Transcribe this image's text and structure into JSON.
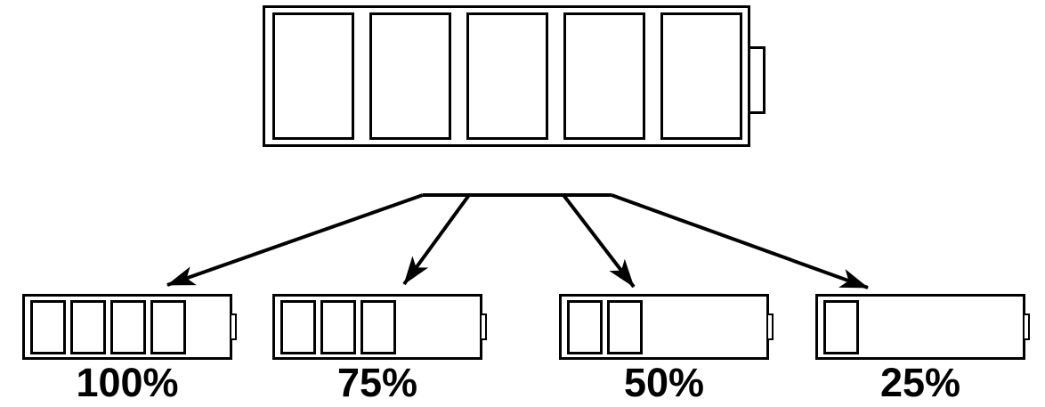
{
  "diagram": {
    "background_color": "#ffffff",
    "stroke_color": "#000000",
    "main_battery": {
      "description": "full battery outline with five cells",
      "cell_count": 5
    },
    "states": [
      {
        "label": "100%",
        "percent": 100,
        "cell_count": 4
      },
      {
        "label": "75%",
        "percent": 75,
        "cell_count": 3
      },
      {
        "label": "50%",
        "percent": 50,
        "cell_count": 2
      },
      {
        "label": "25%",
        "percent": 25,
        "cell_count": 1
      }
    ]
  }
}
